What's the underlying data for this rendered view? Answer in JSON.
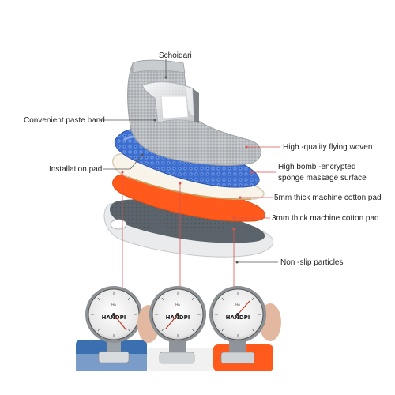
{
  "labels": {
    "schoidari": "Schoidari",
    "paste_band": "Convenient paste band",
    "flying_woven": "High -quality flying woven",
    "installation_pad": "Installation pad",
    "massage_line1": "High bomb -encrypted",
    "massage_line2": "sponge massage surface",
    "cotton_pad_top": "5mm thick machine cotton pad",
    "cotton_pad_bottom": "3mm thick machine cotton pad",
    "non_slip": "Non -slip particles"
  },
  "gauges": [
    {
      "brand": "HANDPI",
      "unit": "HA"
    },
    {
      "brand": "HANDPI",
      "unit": "HA"
    },
    {
      "brand": "HANDPI",
      "unit": "HA"
    }
  ],
  "colors": {
    "knit": "#b9bcc0",
    "velcro": "#eef0f2",
    "massage": "#3d6fd1",
    "cotton_pad": "#f9f4ea",
    "orange_pad": "#ff5a1c",
    "outsole_top": "#5b646b",
    "outsole": "#e9ebec",
    "leader": "#d9534f"
  }
}
